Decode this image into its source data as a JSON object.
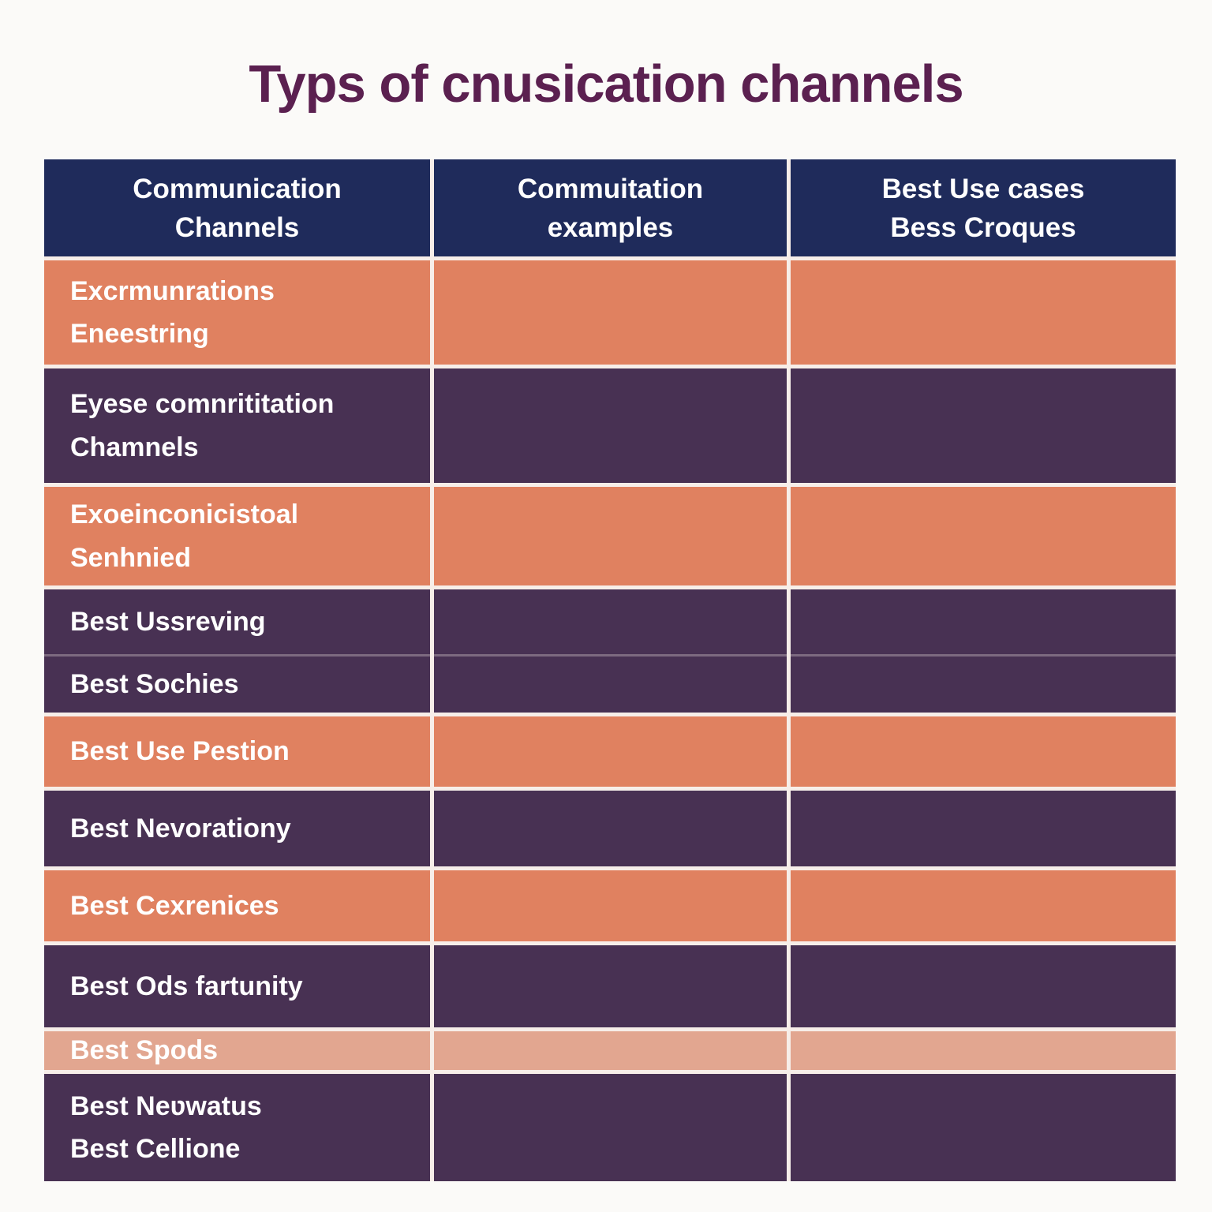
{
  "page": {
    "background": "#fbfaf8"
  },
  "colors": {
    "title": "#5b2050",
    "header_bg": "#1f2b5b",
    "header_text": "#ffffff",
    "orange_row": "#e08160",
    "purple_row": "#483153",
    "salmon_row": "#e2a690",
    "row_text": "#ffffff",
    "gridline": "#f7eee9"
  },
  "chart_data": {
    "type": "table",
    "title": "Typs of cnusication channels",
    "columns": [
      "Communication\nChannels",
      "Commuitation\nexamples",
      "Best Use cases\nBess Croques"
    ],
    "rows": [
      {
        "channel": "Excrmunrations\nEneestring",
        "example": "",
        "best_use": "",
        "row_color": "orange"
      },
      {
        "channel": "Eyese comnrititation\nChamnels",
        "example": "",
        "best_use": "",
        "row_color": "purple"
      },
      {
        "channel": "Exoeinconicistoal\nSenhnied",
        "example": "",
        "best_use": "",
        "row_color": "orange"
      },
      {
        "channel": "Best Ussreving",
        "example": "",
        "best_use": "",
        "row_color": "purple"
      },
      {
        "channel": "Best Sochies",
        "example": "",
        "best_use": "",
        "row_color": "purple"
      },
      {
        "channel": "Best Use Pestion",
        "example": "",
        "best_use": "",
        "row_color": "orange"
      },
      {
        "channel": "Best Nevorationy",
        "example": "",
        "best_use": "",
        "row_color": "purple"
      },
      {
        "channel": "Best Cexrenices",
        "example": "",
        "best_use": "",
        "row_color": "orange"
      },
      {
        "channel": "Best Ods fartunity",
        "example": "",
        "best_use": "",
        "row_color": "purple"
      },
      {
        "channel": "Best Spods",
        "example": "",
        "best_use": "",
        "row_color": "salmon"
      },
      {
        "channel": "Best Neʋwatus\nBest Cellione",
        "example": "",
        "best_use": "",
        "row_color": "purple"
      }
    ]
  }
}
